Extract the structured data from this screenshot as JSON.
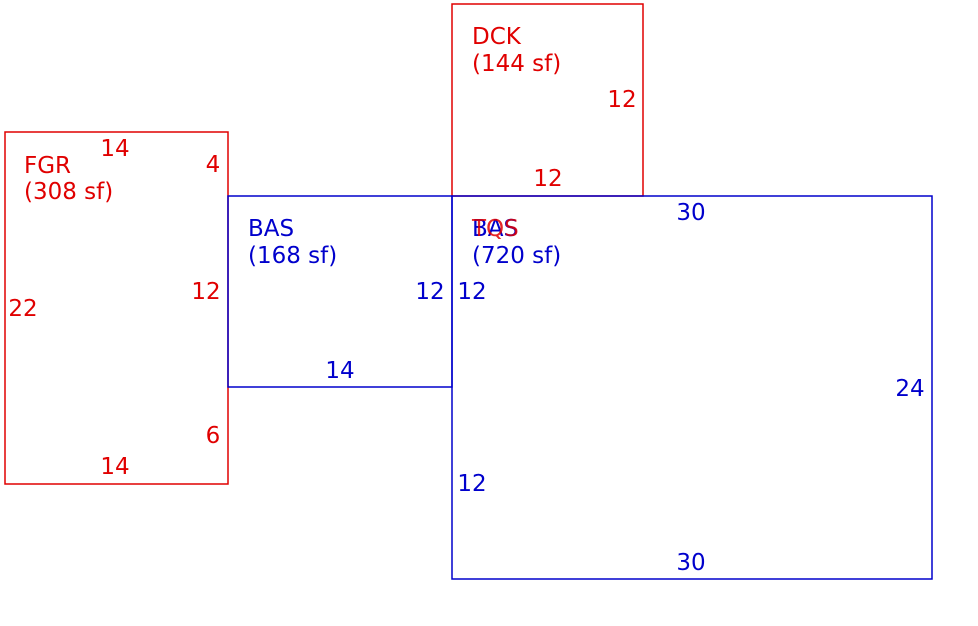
{
  "colors": {
    "red": "#e00000",
    "blue": "#0000cc",
    "background": "#ffffff"
  },
  "sections": [
    {
      "id": "fgr",
      "code": "FGR",
      "area": "(308 sf)",
      "color": "red",
      "dims": {
        "top": "14",
        "right_upper": "4",
        "right_middle": "12",
        "left": "22",
        "right_lower": "6",
        "bottom": "14"
      }
    },
    {
      "id": "dck",
      "code": "DCK",
      "area": "(144 sf)",
      "color": "red",
      "dims": {
        "right": "12",
        "bottom": "12"
      }
    },
    {
      "id": "bas_small",
      "code": "BAS",
      "area": "(168 sf)",
      "color": "blue",
      "dims": {
        "right": "12",
        "bottom": "14"
      }
    },
    {
      "id": "bas_main",
      "code": "BAS",
      "area": "(720 sf)",
      "color": "blue",
      "overlap_code": "TQS",
      "overlap_color": "red",
      "dims": {
        "top": "30",
        "left_upper": "12",
        "right": "24",
        "left_lower": "12",
        "bottom": "30"
      }
    }
  ]
}
